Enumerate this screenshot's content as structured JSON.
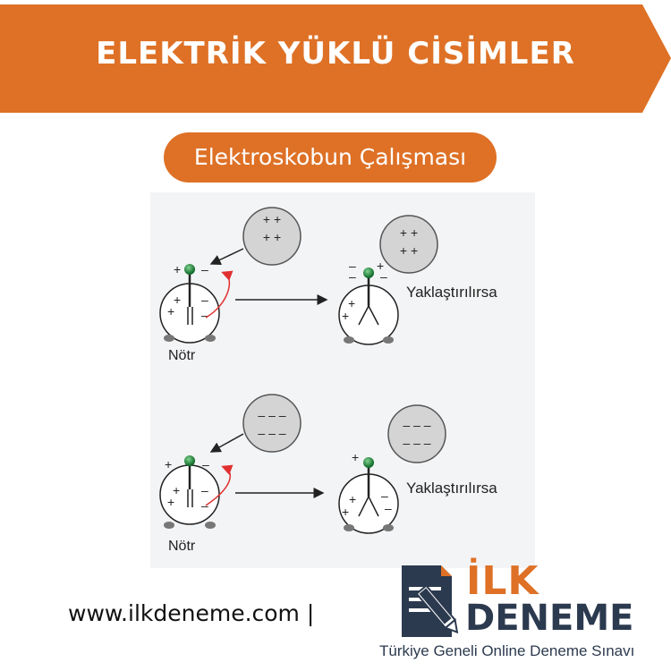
{
  "header": {
    "title": "ELEKTRİK YÜKLÜ CİSİMLER",
    "subtitle": "Elektroskobun Çalışması"
  },
  "diagram": {
    "row1": {
      "rod_charges": [
        "+",
        "+",
        "+",
        "+"
      ],
      "state_label": "Nötr",
      "action_label": "Yaklaştırılırsa"
    },
    "row2": {
      "rod_charges": [
        "– – –",
        "– – –"
      ],
      "state_label": "Nötr",
      "action_label": "Yaklaştırılırsa"
    }
  },
  "footer": {
    "url": "www.ilkdeneme.com |",
    "logo_top": "İLK",
    "logo_bottom": "DENEME",
    "tagline": "Türkiye Geneli Online Deneme Sınavı"
  },
  "colors": {
    "brand_orange": "#de7126",
    "brand_navy": "#2c3a4f",
    "red_arrow": "#e03030",
    "knob_green": "#1f8a3a"
  }
}
